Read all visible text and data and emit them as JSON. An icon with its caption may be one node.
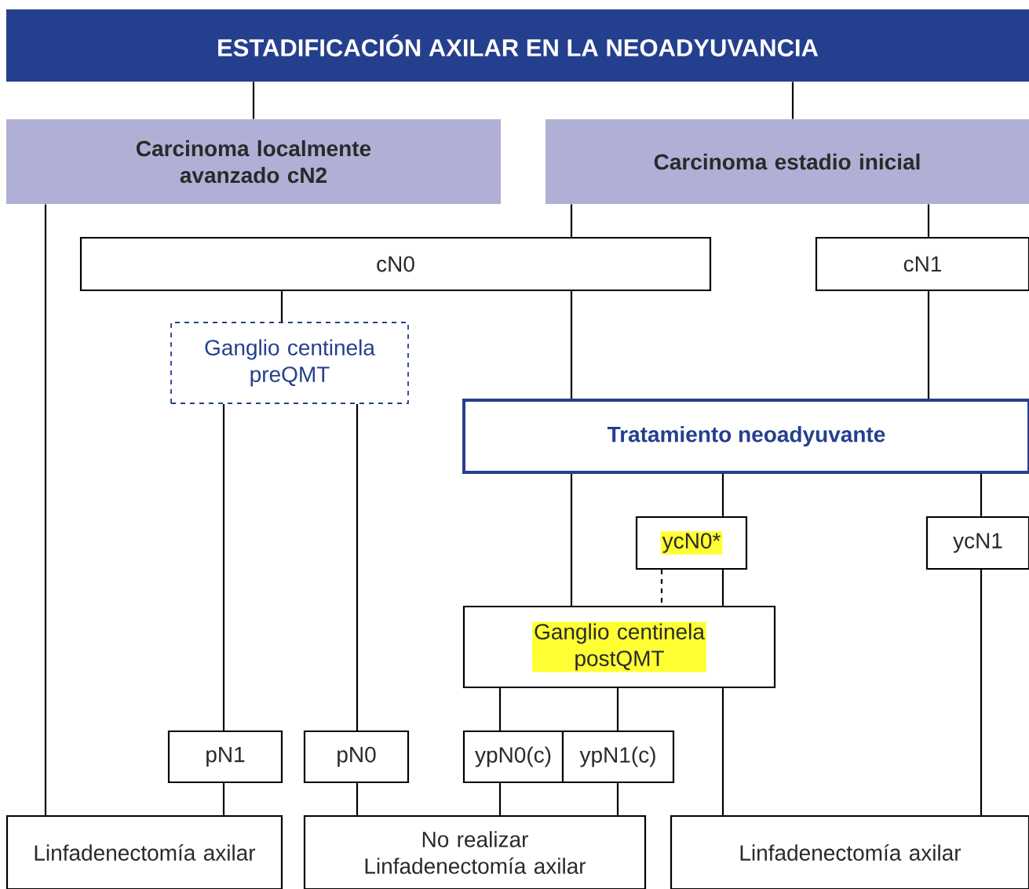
{
  "diagram": {
    "nodes": [
      {
        "text": [
          "ESTADIFICACIÓN AXILAR EN LA NEOADYUVANCIA"
        ]
      },
      {
        "text": [
          "Carcinoma localmente avanzado cN2"
        ]
      },
      {
        "text": [
          "Carcinoma estadio inicial"
        ]
      },
      {
        "text": [
          "cN0"
        ]
      },
      {
        "text": [
          "cN1"
        ]
      },
      {
        "text": [
          "Ganglio centinela preQMT"
        ]
      },
      {
        "text": [
          "Tratamiento neoadyuvante"
        ]
      },
      {
        "text": [
          "ycN0*"
        ]
      },
      {
        "text": [
          "ycN1"
        ]
      },
      {
        "text": [
          "Ganglio centinela postQMT"
        ]
      },
      {
        "text": [
          "pN1"
        ]
      },
      {
        "text": [
          "pN0"
        ]
      },
      {
        "text": [
          "ypN0(c)"
        ]
      },
      {
        "text": [
          "ypN1(c)"
        ]
      },
      {
        "text": [
          "Linfadenectomía axilar"
        ]
      },
      {
        "text": [
          "No realizar Linfadenectomía axilar"
        ]
      },
      {
        "text": [
          "Linfadenectomía axilar"
        ]
      }
    ],
    "edges": [
      {
        "from": 0,
        "to": 1,
        "arrow": "none"
      },
      {
        "from": 0,
        "to": 2,
        "arrow": "none"
      },
      {
        "from": 1,
        "to": 14,
        "arrow": "none"
      },
      {
        "from": 2,
        "to": 3,
        "arrow": "none"
      },
      {
        "from": 2,
        "to": 4,
        "arrow": "none"
      },
      {
        "from": 3,
        "to": 5,
        "arrow": "none"
      },
      {
        "from": 3,
        "to": 6,
        "arrow": "none"
      },
      {
        "from": 4,
        "to": 6,
        "arrow": "none"
      },
      {
        "from": 5,
        "to": 10,
        "arrow": "none"
      },
      {
        "from": 5,
        "to": 11,
        "arrow": "none"
      },
      {
        "from": 6,
        "to": 9,
        "arrow": "none"
      },
      {
        "from": 6,
        "to": 7,
        "arrow": "none"
      },
      {
        "from": 6,
        "to": 8,
        "arrow": "none"
      },
      {
        "from": 7,
        "to": 9,
        "arrow": "none",
        "style": "dashed"
      },
      {
        "from": 7,
        "to": 9,
        "arrow": "none"
      },
      {
        "from": 9,
        "to": 12,
        "arrow": "none"
      },
      {
        "from": 9,
        "to": 13,
        "arrow": "none"
      },
      {
        "from": 9,
        "to": 16,
        "arrow": "none"
      },
      {
        "from": 8,
        "to": 16,
        "arrow": "none"
      },
      {
        "from": 10,
        "to": 14,
        "arrow": "none"
      },
      {
        "from": 11,
        "to": 15,
        "arrow": "none"
      },
      {
        "from": 12,
        "to": 15,
        "arrow": "none"
      },
      {
        "from": 13,
        "to": 15,
        "arrow": "none"
      }
    ]
  }
}
